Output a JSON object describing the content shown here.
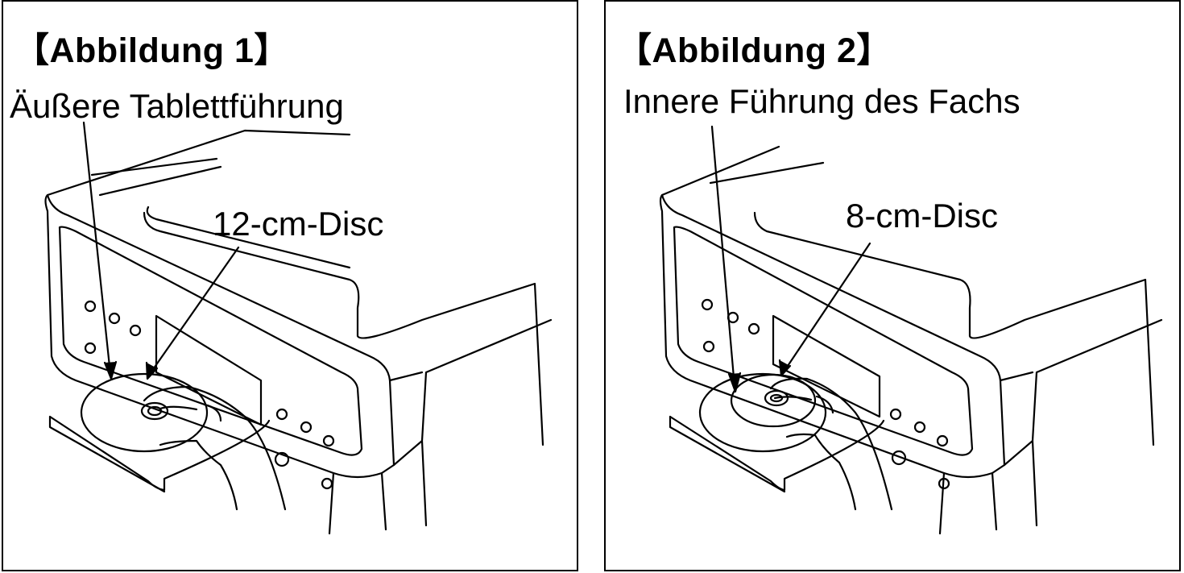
{
  "figures": [
    {
      "title": "【Abbildung 1】",
      "guide_label": "Äußere Tablettführung",
      "disc_label": "12-cm-Disc"
    },
    {
      "title": "【Abbildung 2】",
      "guide_label": "Innere Führung des Fachs",
      "disc_label": "8-cm-Disc"
    }
  ],
  "colors": {
    "line": "#000000",
    "background": "#ffffff"
  }
}
